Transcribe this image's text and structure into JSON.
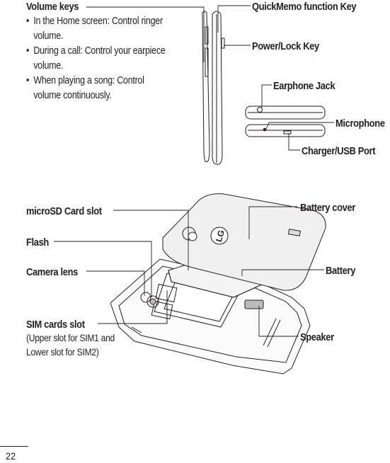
{
  "labels": {
    "volume_keys": "Volume keys",
    "quickmemo": "QuickMemo function Key",
    "power_lock": "Power/Lock Key",
    "earphone": "Earphone Jack",
    "microphone": "Microphone",
    "charger": "Charger/USB Port",
    "microsd": "microSD Card slot",
    "battery_cover": "Battery cover",
    "flash": "Flash",
    "camera_lens": "Camera lens",
    "battery": "Battery",
    "sim_slot": "SIM cards slot",
    "sim_note_1": "(Upper slot for SIM1 and",
    "sim_note_2": "Lower slot for SIM2)",
    "speaker": "Speaker"
  },
  "volume_bullets": [
    {
      "line1": "In the Home screen: Control ringer",
      "line2": "volume."
    },
    {
      "line1": "During a call: Control your earpiece",
      "line2": "volume."
    },
    {
      "line1": "When playing a song: Control",
      "line2": "volume continuously."
    }
  ],
  "logo_text": "LG",
  "page_number": "22"
}
